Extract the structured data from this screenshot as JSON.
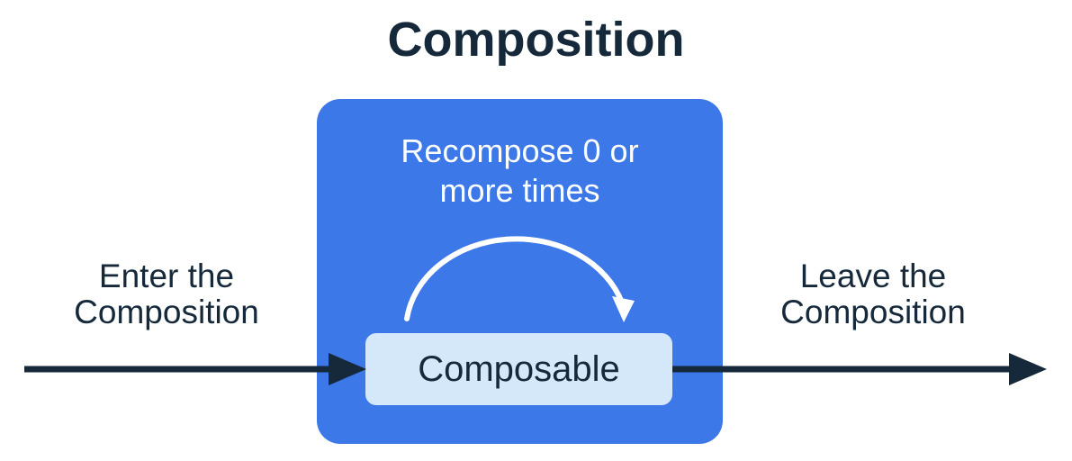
{
  "diagram": {
    "title": "Composition",
    "enter_label": "Enter the\nComposition",
    "leave_label": "Leave the\nComposition",
    "composition_box": {
      "recompose_label": "Recompose 0 or\nmore times",
      "composable_label": "Composable"
    },
    "icons": {
      "enter_arrow": "arrow-right",
      "leave_arrow": "arrow-right",
      "recompose_arrow": "arc-arrow-clockwise"
    },
    "colors": {
      "navy": "#16293B",
      "blue": "#3D78E8",
      "light_blue": "#D5E8FA",
      "arrow_white": "#FFFFFF",
      "background": "#FFFFFF"
    }
  }
}
